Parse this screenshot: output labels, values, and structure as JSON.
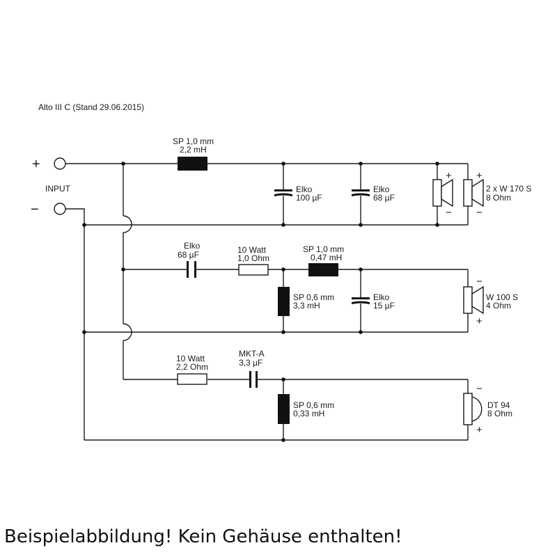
{
  "title": "Alto III C (Stand 29.06.2015)",
  "input": {
    "label": "INPUT",
    "plus": "+",
    "minus": "−"
  },
  "woofer_branch": {
    "coil": {
      "line1": "SP 1,0 mm",
      "line2": "2,2 mH"
    },
    "cap1": {
      "line1": "Elko",
      "line2": "100 µF"
    },
    "cap2": {
      "line1": "Elko",
      "line2": "68 µF"
    },
    "speaker": {
      "line1": "2 x W 170 S",
      "line2": "8 Ohm"
    },
    "plus_a": "+",
    "minus_a": "−",
    "plus_b": "+",
    "minus_b": "−"
  },
  "mid_branch": {
    "cap_series": {
      "line1": "Elko",
      "line2": "68 µF"
    },
    "resistor": {
      "line1": "10 Watt",
      "line2": "1,0 Ohm"
    },
    "coil_series": {
      "line1": "SP 1,0 mm",
      "line2": "0,47 mH"
    },
    "coil_shunt": {
      "line1": "SP 0,6 mm",
      "line2": "3,3 mH"
    },
    "cap_shunt": {
      "line1": "Elko",
      "line2": "15 µF"
    },
    "speaker": {
      "line1": "W 100 S",
      "line2": "4 Ohm"
    },
    "minus": "−",
    "plus": "+"
  },
  "tweeter_branch": {
    "resistor": {
      "line1": "10 Watt",
      "line2": "2,2 Ohm"
    },
    "cap": {
      "line1": "MKT-A",
      "line2": "3,3 µF"
    },
    "coil": {
      "line1": "SP 0,6 mm",
      "line2": "0,33 mH"
    },
    "speaker": {
      "line1": "DT 94",
      "line2": "8 Ohm"
    },
    "minus": "−",
    "plus": "+"
  },
  "caption": "Beispielabbildung! Kein Gehäuse enthalten!"
}
